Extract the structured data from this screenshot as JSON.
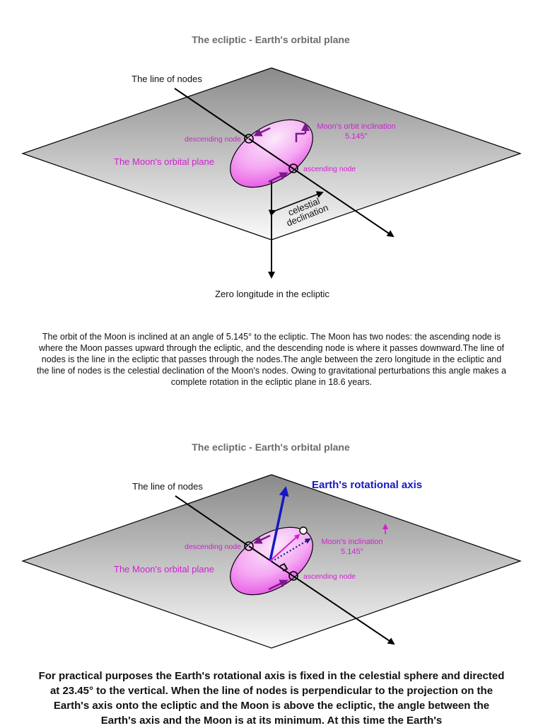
{
  "diagram1": {
    "title": "The ecliptic - Earth's orbital plane",
    "line_of_nodes": "The line of nodes",
    "descending_node": "descending node",
    "ascending_node": "ascending node",
    "moon_plane": "The Moon's orbital plane",
    "inclination_line1": "Moon's orbit inclination",
    "inclination_line2": "5.145°",
    "declination_line1": "celestial",
    "declination_line2": "declination",
    "zero_longitude": "Zero longitude in the ecliptic"
  },
  "paragraph1": "The orbit of the Moon is inclined at an angle of 5.145° to the ecliptic. The Moon has two nodes: the ascending node is where the Moon passes upward through the ecliptic, and the descending node is where it passes downward.The line of nodes is the line in the ecliptic that passes through the nodes.The angle between the zero longitude in the ecliptic and the line of nodes is the celestial declination of the Moon's nodes. Owing to gravitational perturbations this angle makes a complete rotation in the ecliptic plane in 18.6 years.",
  "diagram2": {
    "title": "The ecliptic - Earth's orbital plane",
    "line_of_nodes": "The line of nodes",
    "rotational_axis": "Earth's rotational axis",
    "descending_node": "descending node",
    "ascending_node": "ascending node",
    "moon_plane": "The Moon's orbital plane",
    "inclination_line1": "Moon's inclination",
    "inclination_line2": "5.145°"
  },
  "paragraph2": "For practical purposes the Earth's rotational axis is fixed in the celestial sphere and directed at 23.45° to the vertical. When the line of nodes is perpendicular to the projection on the Earth's axis onto the ecliptic and the Moon is above the ecliptic, the angle between the Earth's axis and the Moon is at its minimum.  At this time the Earth's",
  "colors": {
    "magenta": "#d21fd2",
    "purple": "#7a1a8c",
    "blue": "#1717c4",
    "title_gray": "#6b6b6b"
  }
}
